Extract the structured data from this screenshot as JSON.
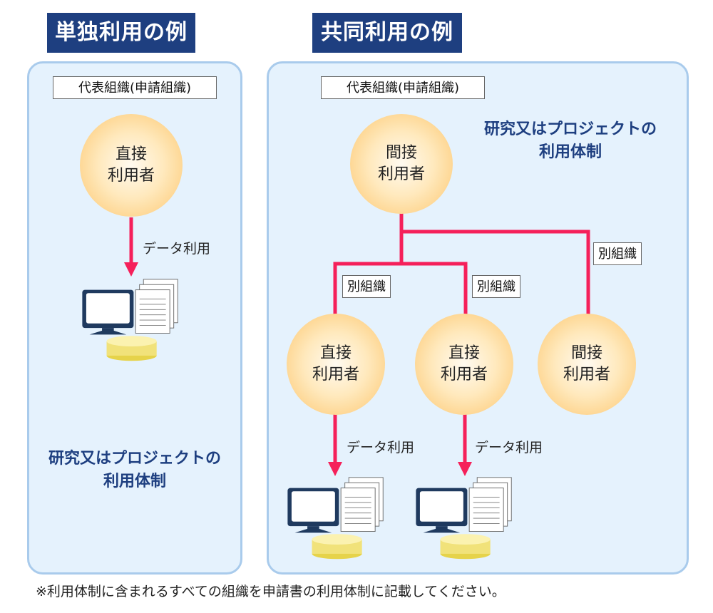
{
  "left": {
    "title": "単独利用の例",
    "org_label": "代表組織(申請組織)",
    "node": {
      "line1": "直接",
      "line2": "利用者"
    },
    "data_use": "データ利用",
    "caption_line1": "研究又はプロジェクトの",
    "caption_line2": "利用体制"
  },
  "right": {
    "title": "共同利用の例",
    "org_label": "代表組織(申請組織)",
    "caption_line1": "研究又はプロジェクトの",
    "caption_line2": "利用体制",
    "top_node": {
      "line1": "間接",
      "line2": "利用者"
    },
    "other_org_labels": [
      "別組織",
      "別組織",
      "別組織"
    ],
    "child_nodes": [
      {
        "line1": "直接",
        "line2": "利用者"
      },
      {
        "line1": "直接",
        "line2": "利用者"
      },
      {
        "line1": "間接",
        "line2": "利用者"
      }
    ],
    "data_use": [
      "データ利用",
      "データ利用"
    ]
  },
  "footnote": "※利用体制に含まれるすべての組織を申請書の利用体制に記載してください。",
  "colors": {
    "title_bg": "#1e3f80",
    "panel_bg": "#e5f2fd",
    "panel_border": "#a9cbec",
    "connector": "#f5205a",
    "caption": "#1e3f80"
  }
}
